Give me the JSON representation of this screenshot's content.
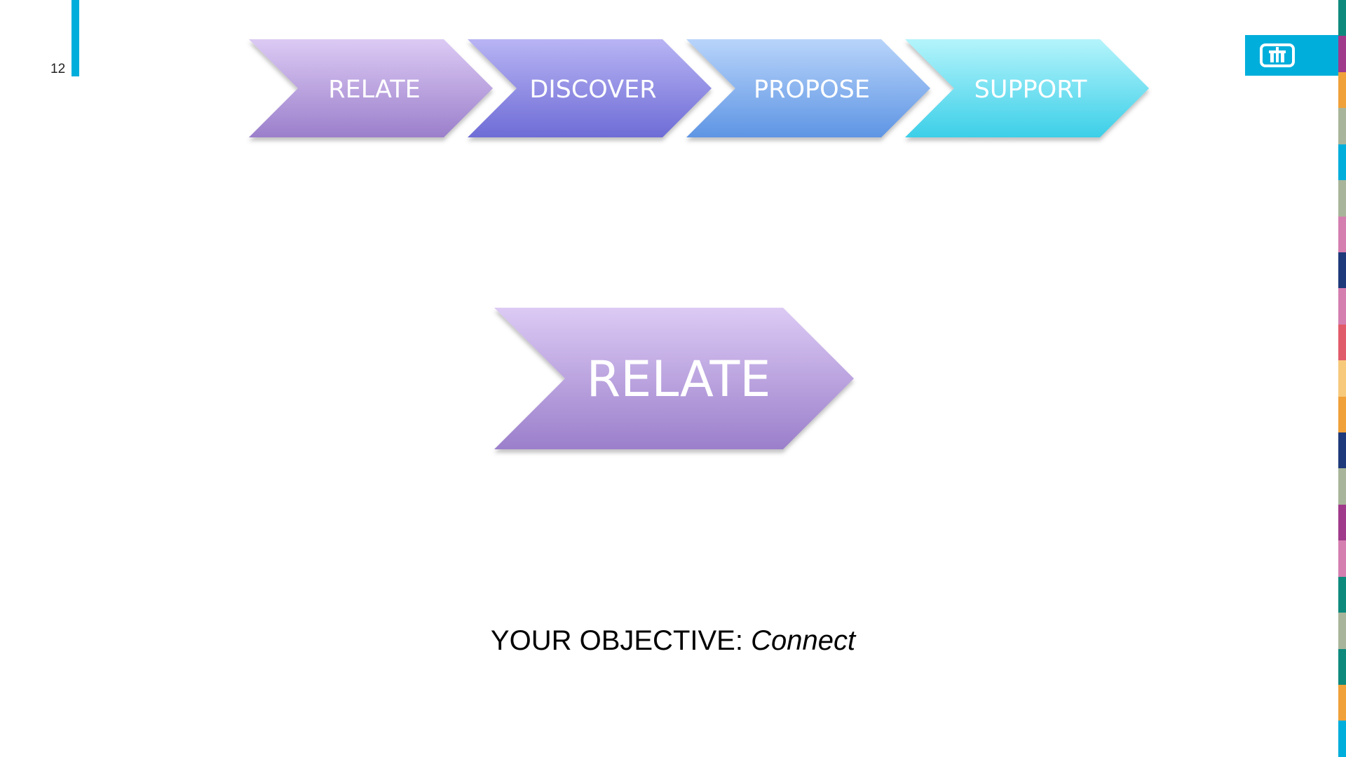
{
  "slide": {
    "page_number": "12"
  },
  "process_steps": [
    {
      "label": "RELATE",
      "color_top": "#dccaf4",
      "color_bottom": "#9b7fcb"
    },
    {
      "label": "DISCOVER",
      "color_top": "#b8b4f4",
      "color_bottom": "#6e6cd6"
    },
    {
      "label": "PROPOSE",
      "color_top": "#b8d4fa",
      "color_bottom": "#5e95e4"
    },
    {
      "label": "SUPPORT",
      "color_top": "#b4f4fb",
      "color_bottom": "#3ccfe8"
    }
  ],
  "focus_step": {
    "label": "RELATE"
  },
  "objective": {
    "prefix": "YOUR OBJECTIVE:",
    "value": "Connect"
  },
  "logo": {
    "icon": "thunderbird-logo-icon",
    "color": "#00aedb"
  },
  "edge_strip_colors": [
    "#0e8a7d",
    "#a03a8a",
    "#f0a13a",
    "#a9b59a",
    "#00aedb",
    "#a9b59a",
    "#d47fb0",
    "#1f3a7a",
    "#d47fb0",
    "#e05c6a",
    "#f7c97a",
    "#f0a13a",
    "#1f3a7a",
    "#a9b59a",
    "#a03a8a",
    "#d47fb0",
    "#0e8a7d",
    "#a9b59a",
    "#0e8a7d",
    "#f0a13a",
    "#00aedb"
  ]
}
